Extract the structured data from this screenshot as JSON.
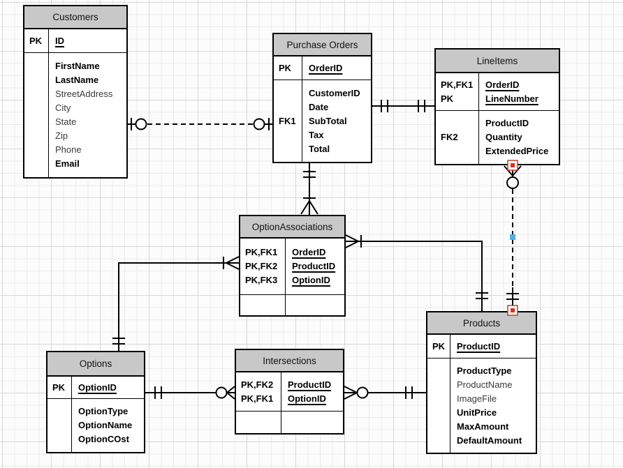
{
  "colors": {
    "entity_header_fill": "#c8c8c8",
    "grid_minor": "#ebebeb",
    "grid_major": "#d7d7d7",
    "line": "#000000",
    "endpoint_handle_red": "#e0301e",
    "midpoint_handle_blue": "#4db3e6"
  },
  "entities": [
    {
      "id": "customers",
      "name": "Customers",
      "sections": [
        {
          "h": 33,
          "keys": [
            "PK"
          ],
          "fields": [
            {
              "t": "ID",
              "b": true,
              "u": true
            }
          ]
        },
        {
          "h": 178,
          "keys": [],
          "fields": [
            {
              "t": "FirstName",
              "b": true
            },
            {
              "t": "LastName",
              "b": true
            },
            {
              "t": "StreetAddress"
            },
            {
              "t": "City"
            },
            {
              "t": "State"
            },
            {
              "t": "Zip"
            },
            {
              "t": "Phone"
            },
            {
              "t": "Email",
              "b": true
            }
          ]
        }
      ]
    },
    {
      "id": "purchase-orders",
      "name": "Purchase Orders",
      "sections": [
        {
          "h": 33,
          "keys": [
            "PK"
          ],
          "fields": [
            {
              "t": "OrderID",
              "b": true,
              "u": true
            }
          ]
        },
        {
          "h": 117,
          "keys": [
            "FK1"
          ],
          "fields": [
            {
              "t": "CustomerID",
              "b": true
            },
            {
              "t": "Date",
              "b": true
            },
            {
              "t": "SubTotal",
              "b": true
            },
            {
              "t": "Tax",
              "b": true
            },
            {
              "t": "Total",
              "b": true
            }
          ]
        }
      ]
    },
    {
      "id": "lineitems",
      "name": "LineItems",
      "sections": [
        {
          "h": 53,
          "keys": [
            "PK,FK1",
            "PK"
          ],
          "fields": [
            {
              "t": "OrderID",
              "b": true,
              "u": true
            },
            {
              "t": "LineNumber",
              "b": true,
              "u": true
            }
          ]
        },
        {
          "h": 76,
          "keys": [
            "FK2"
          ],
          "fields": [
            {
              "t": "ProductID",
              "b": true
            },
            {
              "t": "Quantity",
              "b": true
            },
            {
              "t": "ExtendedPrice",
              "b": true
            }
          ]
        }
      ]
    },
    {
      "id": "option-associations",
      "name": "OptionAssociations",
      "sections": [
        {
          "h": 80,
          "keys": [
            "PK,FK1",
            "PK,FK2",
            "PK,FK3"
          ],
          "fields": [
            {
              "t": "OrderID",
              "b": true,
              "u": true
            },
            {
              "t": "ProductID",
              "b": true,
              "u": true
            },
            {
              "t": "OptionID",
              "b": true,
              "u": true
            }
          ]
        },
        {
          "h": 29,
          "keys": [],
          "fields": []
        }
      ]
    },
    {
      "id": "products",
      "name": "Products",
      "sections": [
        {
          "h": 33,
          "keys": [
            "PK"
          ],
          "fields": [
            {
              "t": "ProductID",
              "b": true,
              "u": true
            }
          ]
        },
        {
          "h": 135,
          "keys": [],
          "fields": [
            {
              "t": "ProductType",
              "b": true
            },
            {
              "t": "ProductName"
            },
            {
              "t": "ImageFile"
            },
            {
              "t": "UnitPrice",
              "b": true
            },
            {
              "t": "MaxAmount",
              "b": true
            },
            {
              "t": "DefaultAmount",
              "b": true
            }
          ]
        }
      ]
    },
    {
      "id": "options",
      "name": "Options",
      "sections": [
        {
          "h": 31,
          "keys": [
            "PK"
          ],
          "fields": [
            {
              "t": "OptionID",
              "b": true,
              "u": true
            }
          ]
        },
        {
          "h": 76,
          "keys": [],
          "fields": [
            {
              "t": "OptionType",
              "b": true
            },
            {
              "t": "OptionName",
              "b": true
            },
            {
              "t": "OptionCOst",
              "b": true
            }
          ]
        }
      ]
    },
    {
      "id": "intersections",
      "name": "Intersections",
      "sections": [
        {
          "h": 55,
          "keys": [
            "PK,FK2",
            "PK,FK1"
          ],
          "fields": [
            {
              "t": "ProductID",
              "b": true,
              "u": true
            },
            {
              "t": "OptionID",
              "b": true,
              "u": true
            }
          ]
        },
        {
          "h": 31,
          "keys": [],
          "fields": []
        }
      ]
    }
  ],
  "relationships": [
    {
      "from": "Customers",
      "to": "Purchase Orders",
      "line": "dashed",
      "from_end": "one-zero",
      "to_end": "zero-one"
    },
    {
      "from": "Purchase Orders",
      "to": "LineItems",
      "line": "solid",
      "from_end": "one-and-only-one",
      "to_end": "one-and-only-one"
    },
    {
      "from": "Purchase Orders",
      "to": "OptionAssociations",
      "line": "solid",
      "from_end": "one-and-only-one",
      "to_end": "one-or-many"
    },
    {
      "from": "OptionAssociations",
      "to": "Products",
      "line": "solid",
      "from_end": "one-or-many",
      "to_end": "one-and-only-one"
    },
    {
      "from": "OptionAssociations",
      "to": "Options",
      "line": "solid",
      "from_end": "one-or-many",
      "to_end": "one-and-only-one"
    },
    {
      "from": "Options",
      "to": "Intersections",
      "line": "solid",
      "from_end": "one-and-only-one",
      "to_end": "zero-or-many"
    },
    {
      "from": "Intersections",
      "to": "Products",
      "line": "solid",
      "from_end": "zero-or-many",
      "to_end": "one-and-only-one"
    },
    {
      "from": "LineItems",
      "to": "Products",
      "line": "dashed",
      "from_end": "zero-or-many",
      "to_end": "one-and-only-one",
      "selected": true
    }
  ]
}
